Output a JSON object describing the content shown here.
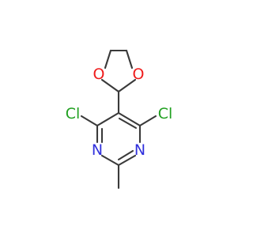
{
  "molecule": {
    "atoms": {
      "o_left": {
        "symbol": "O"
      },
      "o_right": {
        "symbol": "O"
      },
      "cl_left": {
        "symbol": "Cl"
      },
      "cl_right": {
        "symbol": "Cl"
      },
      "n_left": {
        "symbol": "N"
      },
      "n_right": {
        "symbol": "N"
      }
    }
  },
  "colors": {
    "bond": "#3a3a3a",
    "oxygen": "#ef1c1c",
    "nitrogen": "#3030dd",
    "chlorine": "#20a020",
    "background": "#ffffff"
  }
}
